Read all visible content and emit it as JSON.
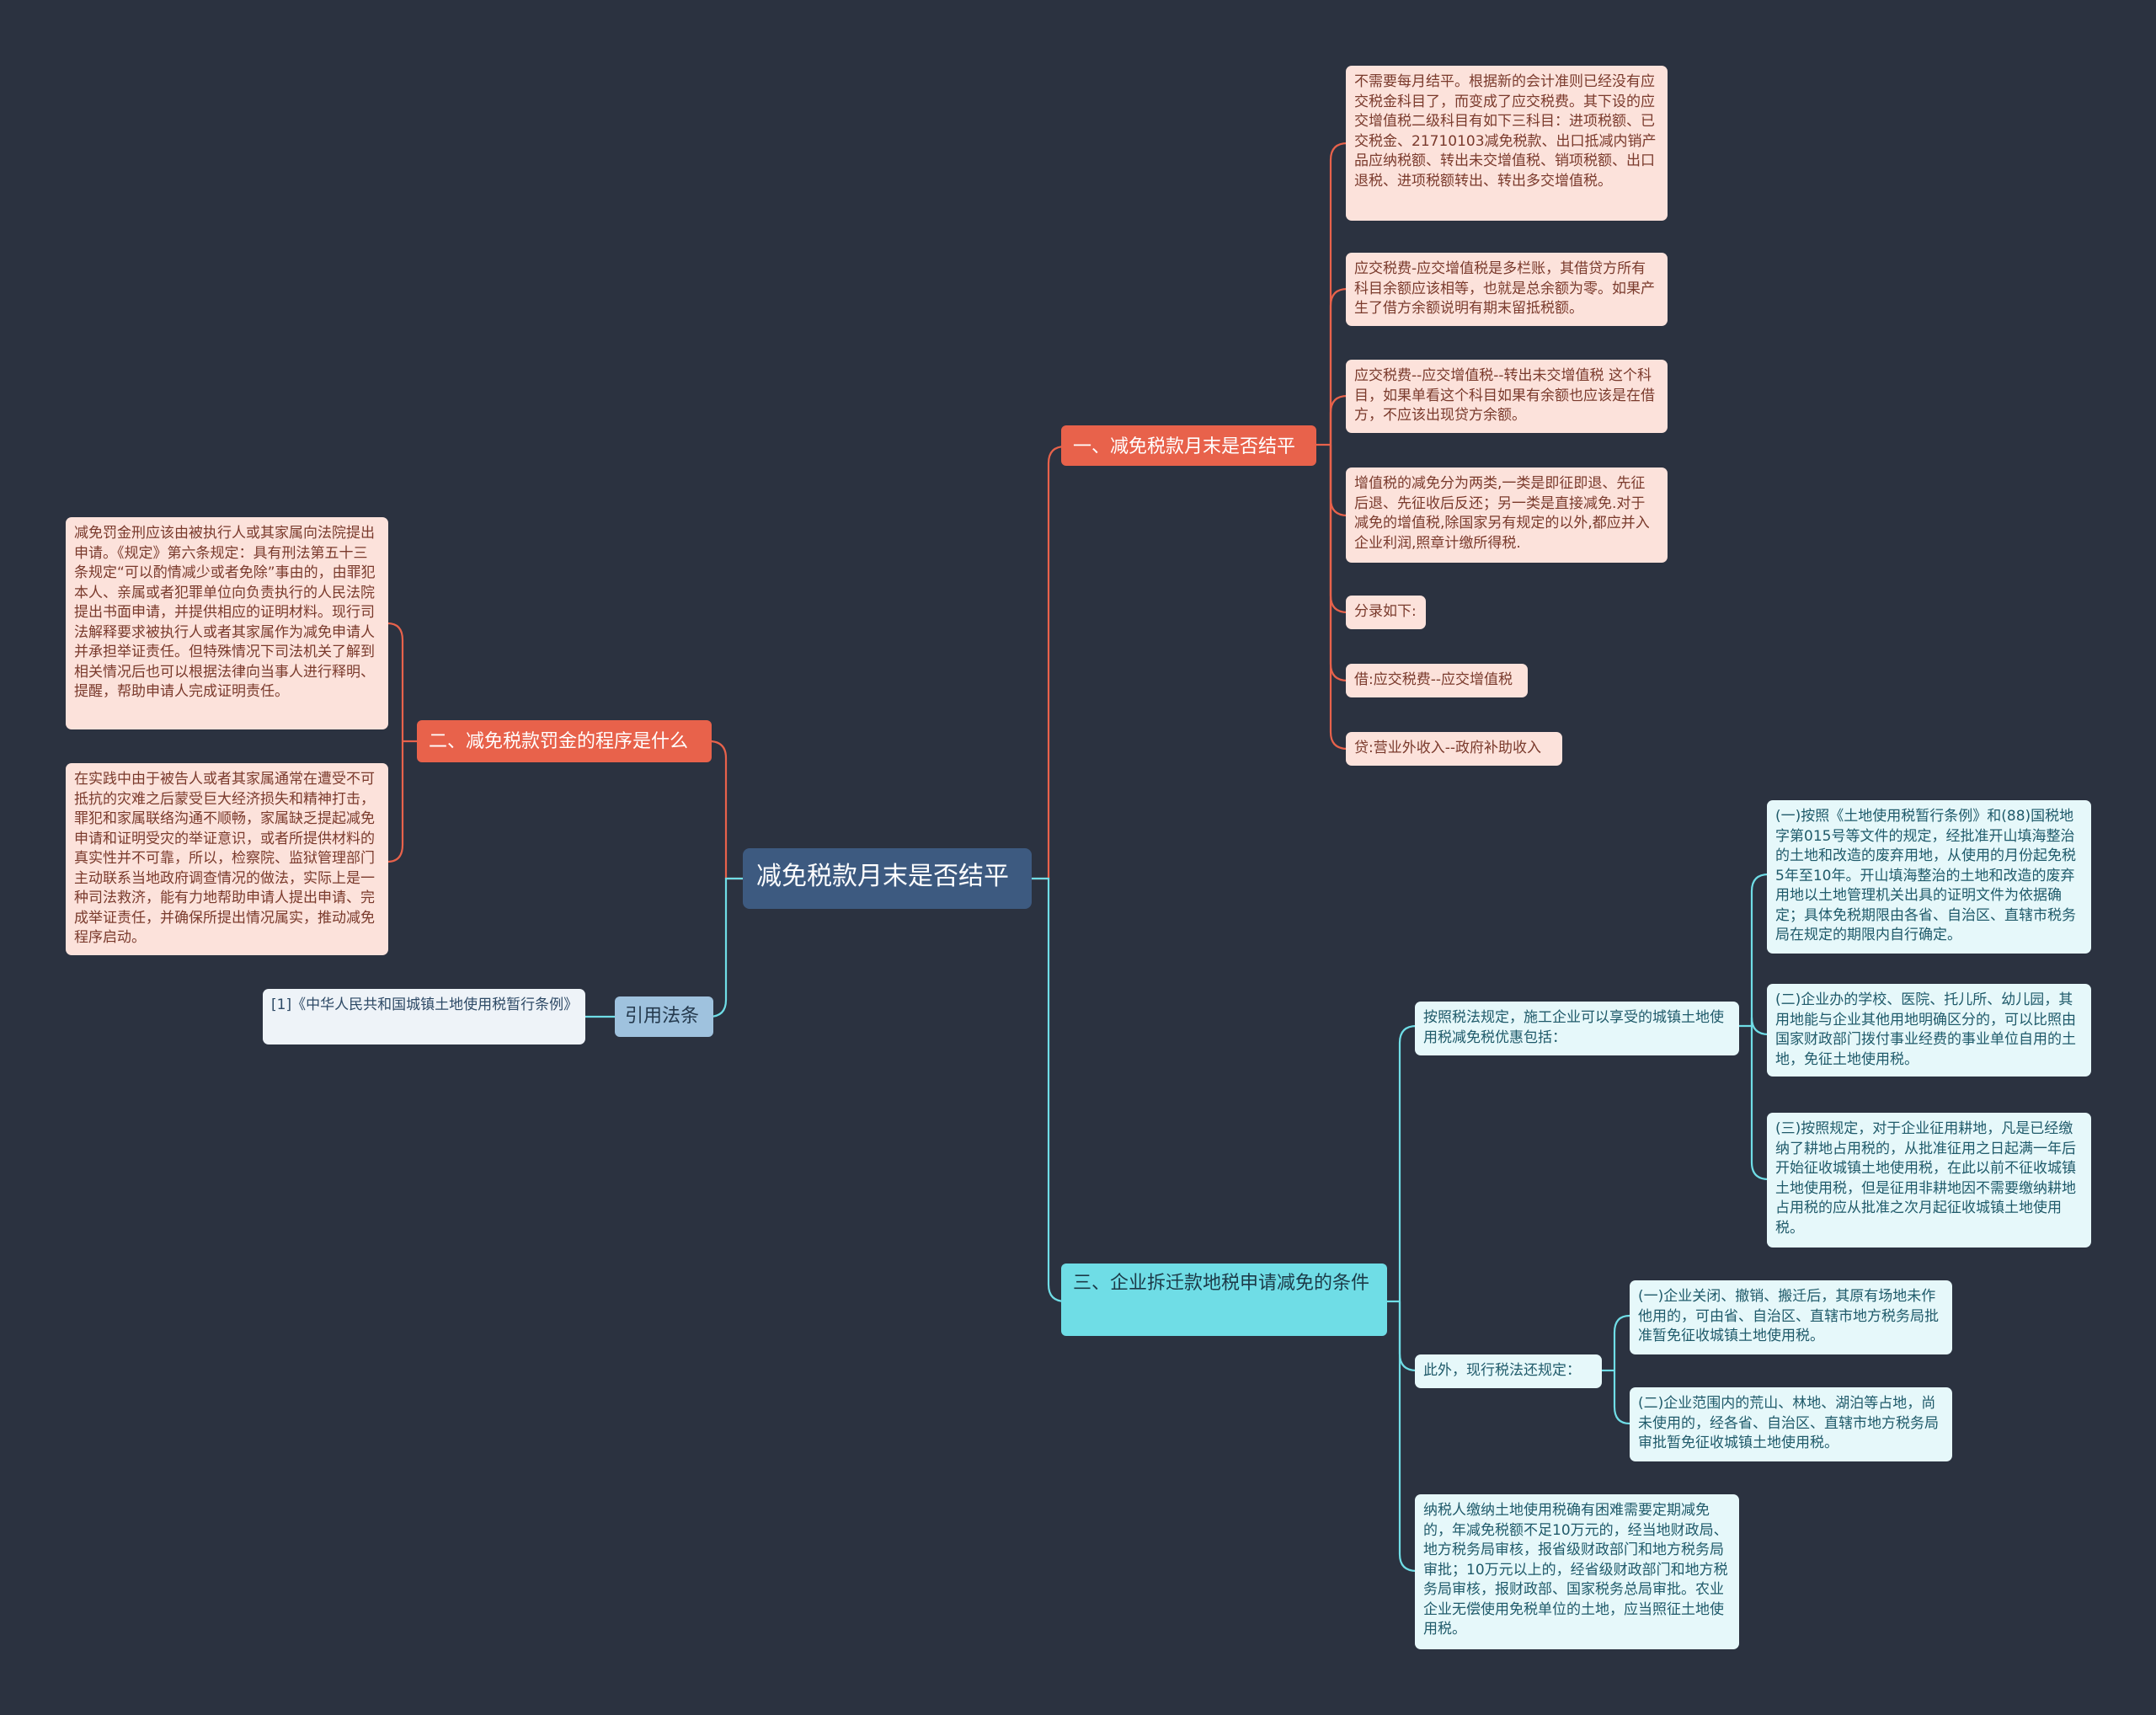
{
  "root": {
    "label": "减免税款月末是否结平"
  },
  "branch1": {
    "label": "一、减免税款月末是否结平",
    "items": [
      "不需要每月结平。根据新的会计准则已经没有应交税金科目了，而变成了应交税费。其下设的应交增值税二级科目有如下三科目：进项税额、已交税金、21710103减免税款、出口抵减内销产品应纳税额、转出未交增值税、销项税额、出口退税、进项税额转出、转出多交增值税。",
      "应交税费-应交增值税是多栏账，其借贷方所有科目余额应该相等，也就是总余额为零。如果产生了借方余额说明有期末留抵税额。",
      "应交税费--应交增值税--转出未交增值税 这个科目，如果单看这个科目如果有余额也应该是在借方，不应该出现贷方余额。",
      "增值税的减免分为两类,一类是即征即退、先征后退、先征收后反还；另一类是直接减免.对于减免的增值税,除国家另有规定的以外,都应并入企业利润,照章计缴所得税.",
      "分录如下:",
      "借:应交税费--应交增值税",
      "贷:营业外收入--政府补助收入"
    ]
  },
  "branch2": {
    "label": "二、减免税款罚金的程序是什么",
    "items": [
      "减免罚金刑应该由被执行人或其家属向法院提出申请。《规定》第六条规定：具有刑法第五十三条规定“可以酌情减少或者免除”事由的，由罪犯本人、亲属或者犯罪单位向负责执行的人民法院提出书面申请，并提供相应的证明材料。现行司法解释要求被执行人或者其家属作为减免申请人并承担举证责任。但特殊情况下司法机关了解到相关情况后也可以根据法律向当事人进行释明、提醒，帮助申请人完成证明责任。",
      "在实践中由于被告人或者其家属通常在遭受不可抵抗的灾难之后蒙受巨大经济损失和精神打击，罪犯和家属联络沟通不顺畅，家属缺乏提起减免申请和证明受灾的举证意识，或者所提供材料的真实性并不可靠，所以，检察院、监狱管理部门主动联系当地政府调查情况的做法，实际上是一种司法救济，能有力地帮助申请人提出申请、完成举证责任，并确保所提出情况属实，推动减免程序启动。"
    ]
  },
  "branch3": {
    "label": "三、企业拆迁款地税申请减免的条件",
    "sub1": {
      "label": "按照税法规定，施工企业可以享受的城镇土地使用税减免税优惠包括：",
      "items": [
        "(一)按照《土地使用税暂行条例》和(88)国税地字第015号等文件的规定，经批准开山填海整治的土地和改造的废弃用地，从使用的月份起免税5年至10年。开山填海整治的土地和改造的废弃用地以土地管理机关出具的证明文件为依据确定；具体免税期限由各省、自治区、直辖市税务局在规定的期限内自行确定。",
        "(二)企业办的学校、医院、托儿所、幼儿园，其用地能与企业其他用地明确区分的，可以比照由国家财政部门拨付事业经费的事业单位自用的土地，免征土地使用税。",
        "(三)按照规定，对于企业征用耕地，凡是已经缴纳了耕地占用税的，从批准征用之日起满一年后开始征收城镇土地使用税，在此以前不征收城镇土地使用税，但是征用非耕地因不需要缴纳耕地占用税的应从批准之次月起征收城镇土地使用税。"
      ]
    },
    "sub2": {
      "label": "此外，现行税法还规定：",
      "items": [
        "(一)企业关闭、撤销、搬迁后，其原有场地未作他用的，可由省、自治区、直辖市地方税务局批准暂免征收城镇土地使用税。",
        "(二)企业范围内的荒山、林地、湖泊等占地，尚未使用的，经各省、自治区、直辖市地方税务局审批暂免征收城镇土地使用税。"
      ]
    },
    "sub3": {
      "label": "纳税人缴纳土地使用税确有困难需要定期减免的，年减免税额不足10万元的，经当地财政局、地方税务局审核，报省级财政部门和地方税务局审批；10万元以上的，经省级财政部门和地方税务局审核，报财政部、国家税务总局审批。农业企业无偿使用免税单位的土地，应当照征土地使用税。"
    }
  },
  "branch4": {
    "label": "引用法条",
    "items": [
      "[1]《中华人民共和国城镇土地使用税暂行条例》"
    ]
  },
  "colors": {
    "background": "#2b3240",
    "root": "#3d5a80",
    "red": "#e8624b",
    "cyan": "#6fdde6",
    "blue": "#9fc2de",
    "pink_leaf": "#fce2db",
    "cyan_leaf": "#e6f8fa"
  }
}
